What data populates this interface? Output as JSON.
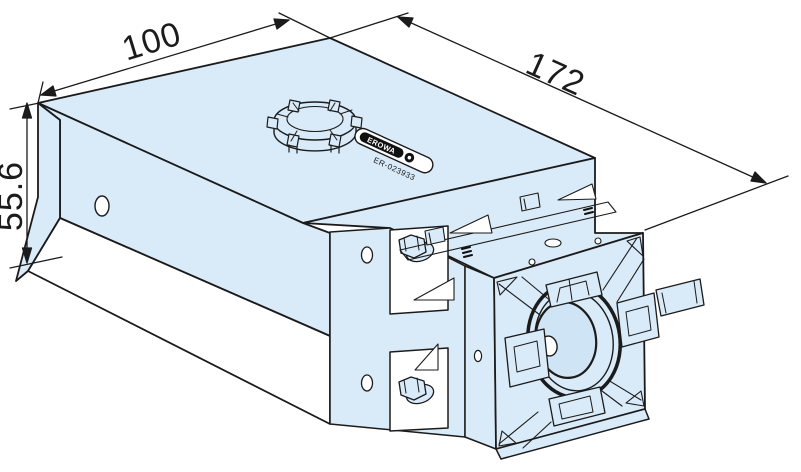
{
  "drawing": {
    "dimensions": {
      "width": "100",
      "length": "172",
      "height": "55.6"
    },
    "label": {
      "brand": "EROWA",
      "part_number": "ER-023933"
    },
    "colors": {
      "body_fill": "#D9EAF8",
      "inner_fill": "#CFE4F5",
      "line": "#1B1B1B",
      "background": "#FFFFFF"
    }
  }
}
